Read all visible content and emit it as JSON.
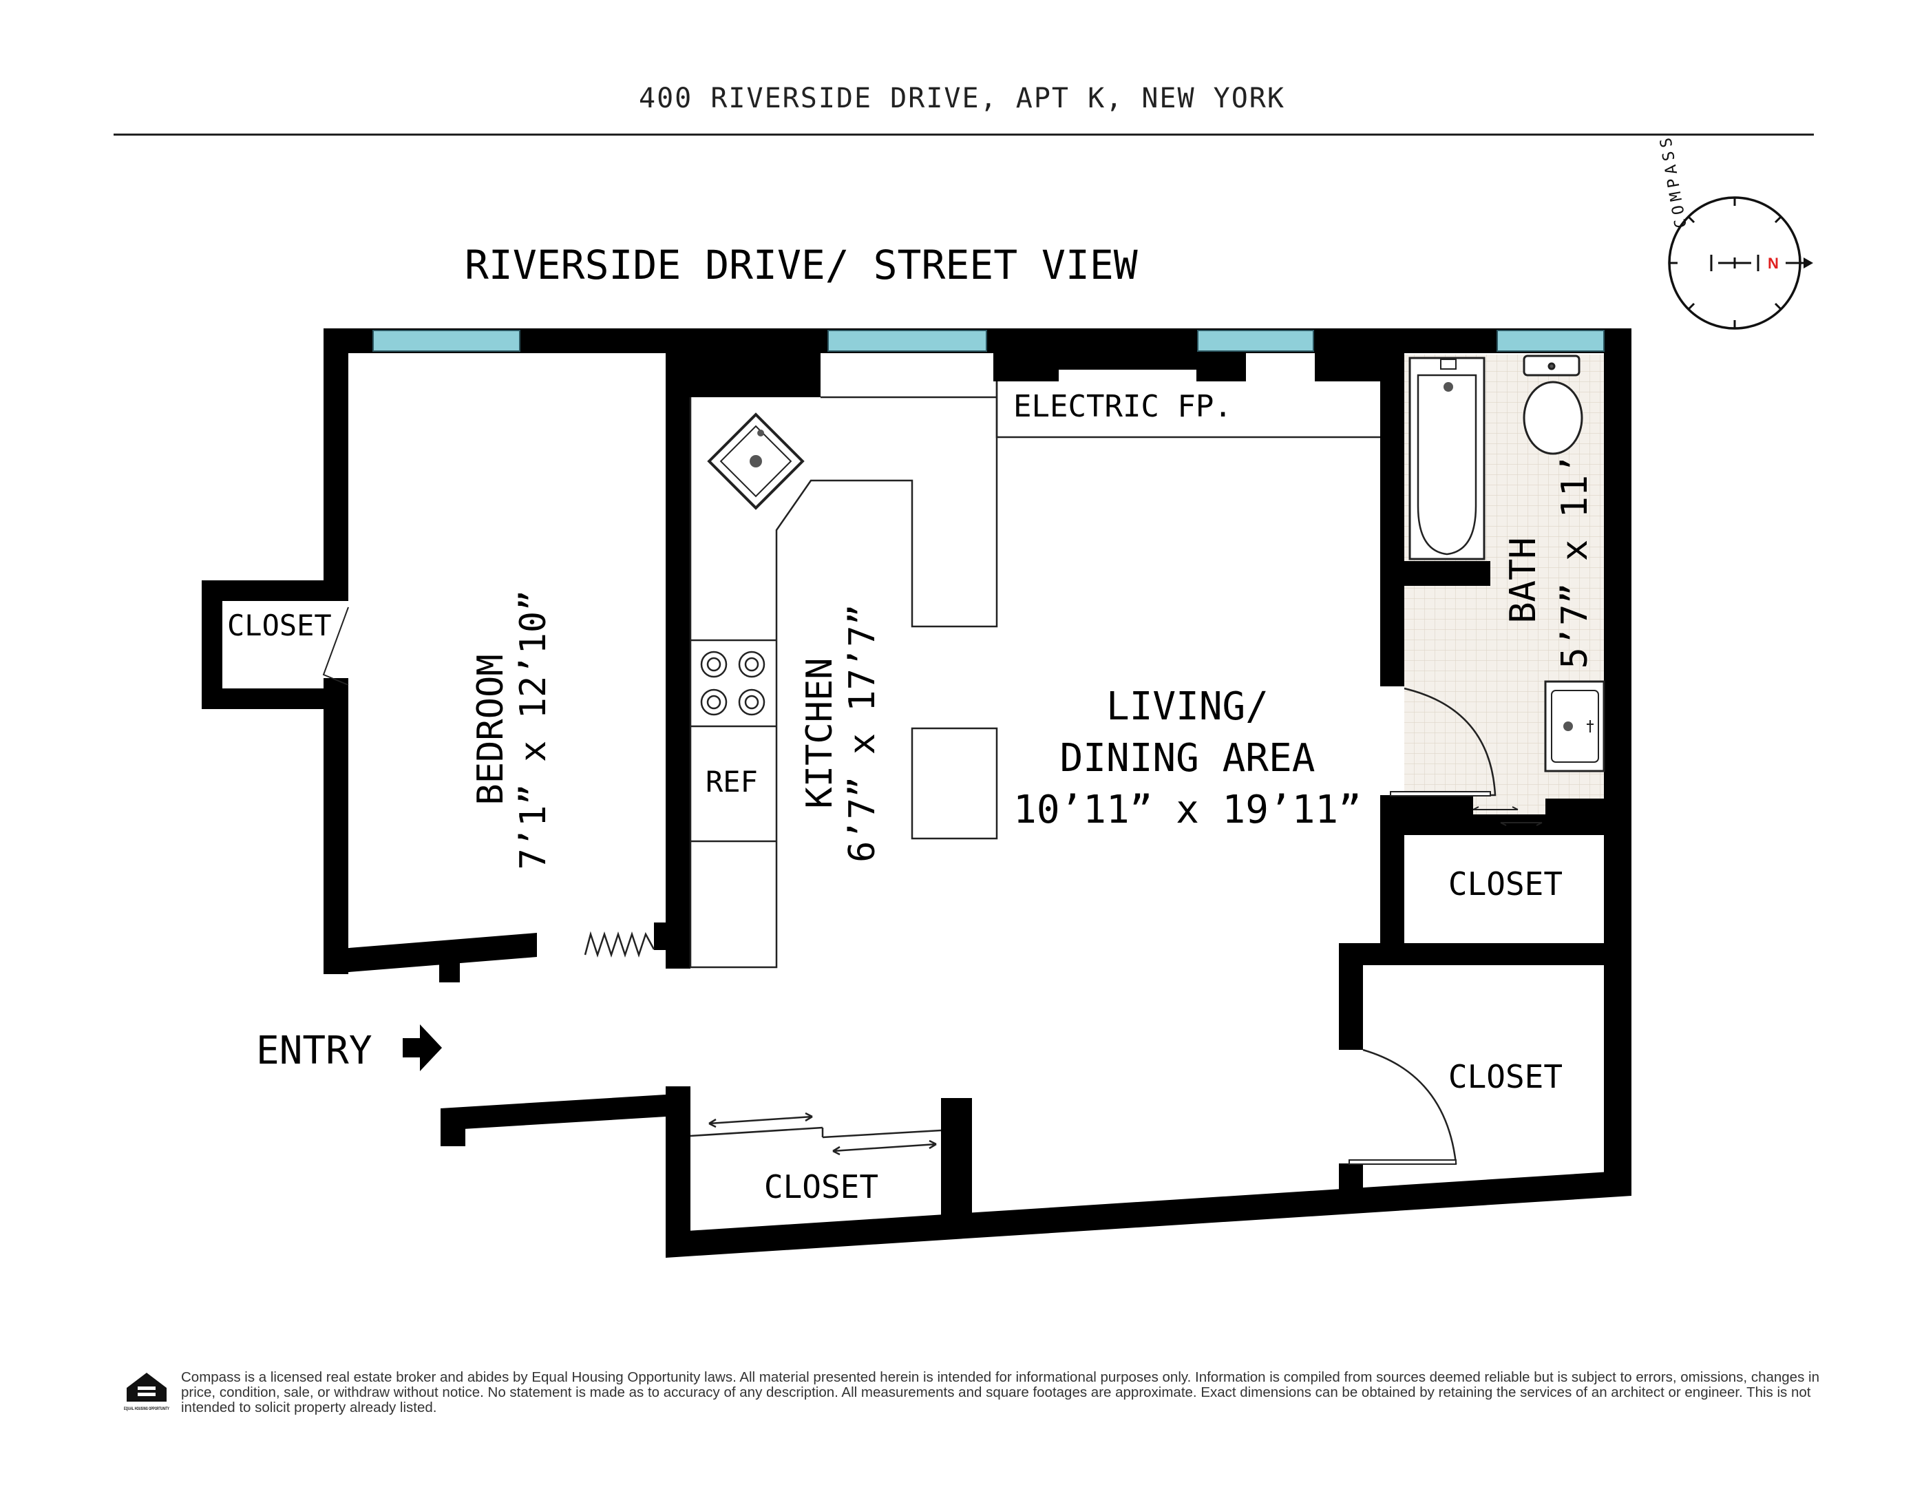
{
  "header": {
    "title": "400 RIVERSIDE DRIVE, APT K, NEW YORK"
  },
  "street_label": "RIVERSIDE DRIVE/ STREET VIEW",
  "rooms": {
    "bedroom": {
      "name": "BEDROOM",
      "dims": "7’1” x 12’10”"
    },
    "kitchen": {
      "name": "KITCHEN",
      "dims": "6’7” x 17’7”"
    },
    "living": {
      "line1": "LIVING/",
      "line2": "DINING AREA",
      "dims": "10’11” x 19’11”"
    },
    "bath": {
      "name": "BATH",
      "dims": "5’7” x 11’"
    },
    "closet_bedroom": "CLOSET",
    "closet_bath": "CLOSET",
    "closet_right": "CLOSET",
    "closet_bottom": "CLOSET"
  },
  "fixtures": {
    "fireplace": "ELECTRIC FP.",
    "fridge": "REF"
  },
  "entry": "ENTRY",
  "compass": {
    "label": "COMPASS",
    "north": "N"
  },
  "colors": {
    "wall": "#000000",
    "window": "#8fcfd9",
    "bath_tile": "#f1ece4",
    "north": "#e02020"
  },
  "disclaimer": "Compass is a licensed real estate broker and abides by Equal Housing Opportunity laws. All material presented herein is intended for informational purposes only. Information is compiled from sources deemed reliable but is subject to errors, omissions, changes in price, condition, sale, or withdraw without notice. No statement is made as to accuracy of any description. All measurements and square footages are approximate. Exact dimensions can be obtained by retaining the services of an architect or engineer. This is not intended to solicit property already listed.",
  "logo": {
    "name": "equal-housing-opportunity-logo",
    "text": "EQUAL HOUSING OPPORTUNITY"
  }
}
